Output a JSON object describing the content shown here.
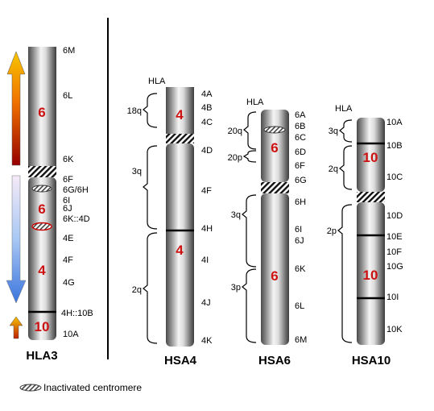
{
  "chromosomes": {
    "hla3": {
      "name": "HLA3",
      "segment_numbers": [
        "6",
        "6",
        "4",
        "10"
      ],
      "bands": [
        "6M",
        "6L",
        "6K",
        "6F",
        "6G/6H",
        "6I",
        "6J",
        "6K::4D",
        "4E",
        "4F",
        "4G",
        "4H::10B",
        "10A"
      ]
    },
    "hsa4": {
      "name": "HSA4",
      "hla_label": "HLA",
      "segment_numbers": [
        "4",
        "4"
      ],
      "bands": [
        "4A",
        "4B",
        "4C",
        "4D",
        "4F",
        "4H",
        "4I",
        "4J",
        "4K"
      ],
      "brackets": [
        "18q",
        "3q",
        "2q"
      ]
    },
    "hsa6": {
      "name": "HSA6",
      "hla_label": "HLA",
      "segment_numbers": [
        "6",
        "6"
      ],
      "bands": [
        "6A",
        "6B",
        "6C",
        "6D",
        "6F",
        "6G",
        "6H",
        "6I",
        "6J",
        "6K",
        "6L",
        "6M"
      ],
      "brackets": [
        "20q",
        "20p",
        "3q",
        "3p"
      ]
    },
    "hsa10": {
      "name": "HSA10",
      "hla_label": "HLA",
      "segment_numbers": [
        "10",
        "10"
      ],
      "bands": [
        "10A",
        "10B",
        "10C",
        "10D",
        "10E",
        "10F",
        "10G",
        "10I",
        "10K"
      ],
      "brackets": [
        "3q",
        "2q",
        "2p"
      ]
    }
  },
  "legend": {
    "label": "Inactivated centromere"
  },
  "colors": {
    "segment_number": "#cc1111",
    "arrow_up_top": "#f5c400",
    "arrow_up_bottom": "#990000",
    "arrow_down_top": "#f4e8f8",
    "arrow_down_bottom": "#3a78e0"
  }
}
